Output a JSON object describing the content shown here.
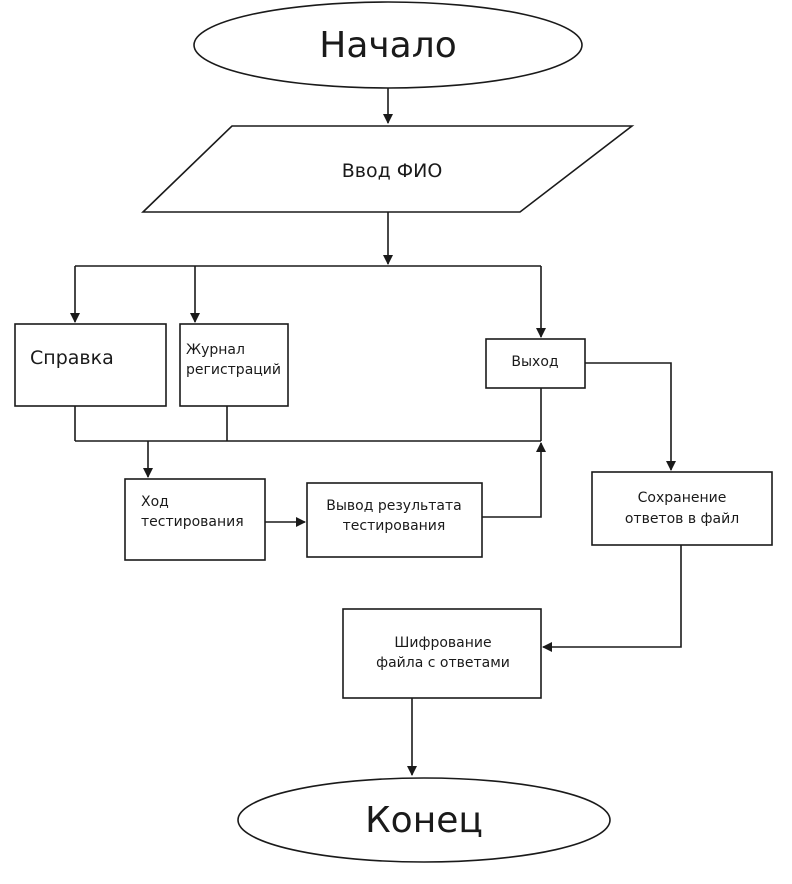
{
  "nodes": {
    "start": "Начало",
    "input_fio": "Ввод ФИО",
    "help": "Справка",
    "journal": [
      "Журнал",
      "регистраций"
    ],
    "exit": "Выход",
    "test_progress": [
      "Ход",
      "тестирования"
    ],
    "test_result": [
      "Вывод результата",
      "тестирования"
    ],
    "save_answers": [
      "Сохранение",
      "ответов в файл"
    ],
    "encrypt": [
      "Шифрование",
      "файла с ответами"
    ],
    "end": "Конец"
  }
}
